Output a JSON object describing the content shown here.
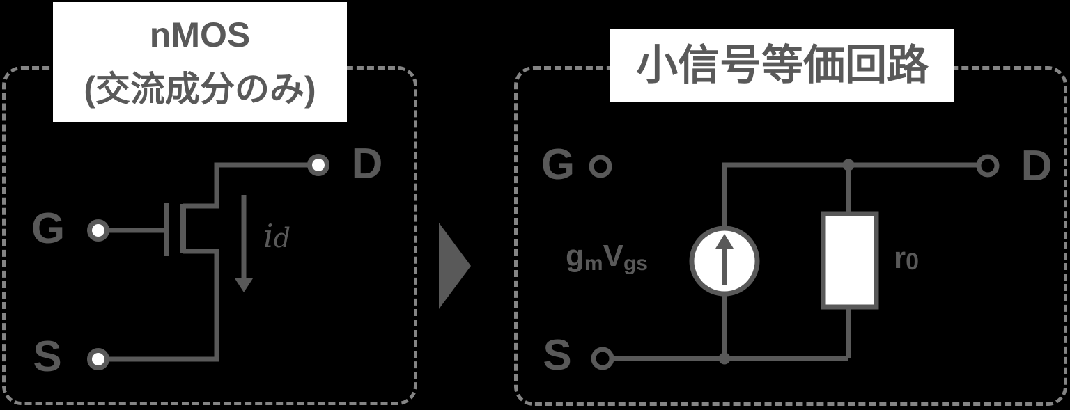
{
  "colors": {
    "bg": "#000000",
    "ink": "#595959",
    "border": "#848484",
    "box": "#ffffff"
  },
  "left_panel": {
    "title_line1": "nMOS",
    "title_line2": "(交流成分のみ)",
    "terminals": {
      "gate": "G",
      "source": "S",
      "drain": "D"
    },
    "drain_current_label": {
      "main": "i",
      "sub": "d"
    }
  },
  "right_panel": {
    "title": "小信号等価回路",
    "terminals": {
      "gate": "G",
      "source": "S",
      "drain": "D"
    },
    "current_source_label": {
      "main1": "g",
      "sub1": "m",
      "main2": "V",
      "sub2": "gs"
    },
    "resistor_label": {
      "main": "r",
      "sub": "0"
    }
  }
}
